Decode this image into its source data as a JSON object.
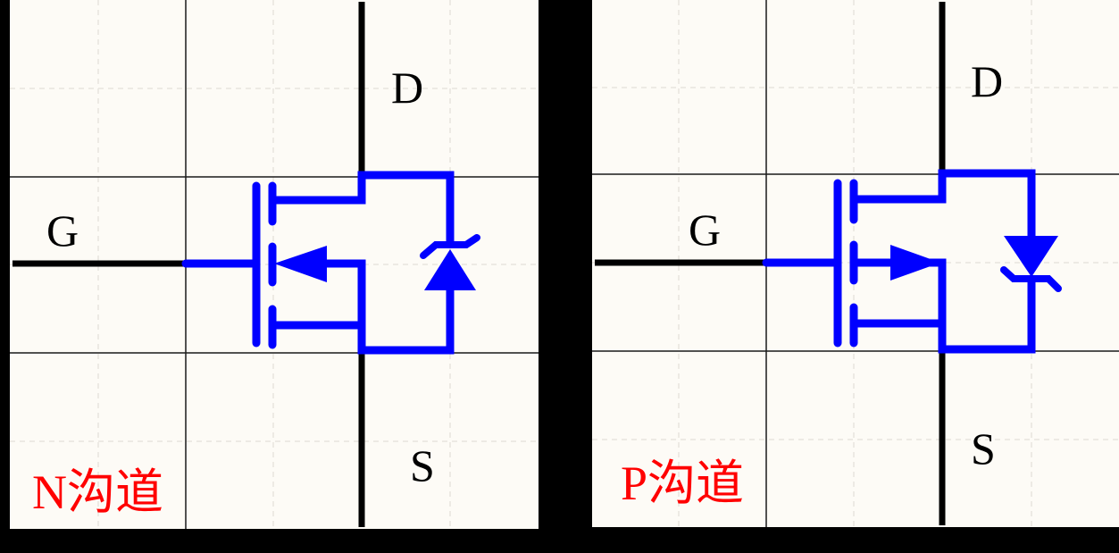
{
  "colors": {
    "background": "#000000",
    "panel": "#fdfbf6",
    "grid_major": "#1a1a1a",
    "grid_minor": "#e6e3dc",
    "wire": "#000000",
    "symbol": "#0000ff",
    "caption": "#ff0000"
  },
  "panels": [
    {
      "id": "n-channel",
      "caption": "N沟道",
      "pins": {
        "gate": "G",
        "drain": "D",
        "source": "S"
      },
      "body_arrow": "pointing-inward (toward gate)",
      "zener_orientation": "cathode-up"
    },
    {
      "id": "p-channel",
      "caption": "P沟道",
      "pins": {
        "gate": "G",
        "drain": "D",
        "source": "S"
      },
      "body_arrow": "pointing-outward (away from gate)",
      "zener_orientation": "cathode-down"
    }
  ]
}
